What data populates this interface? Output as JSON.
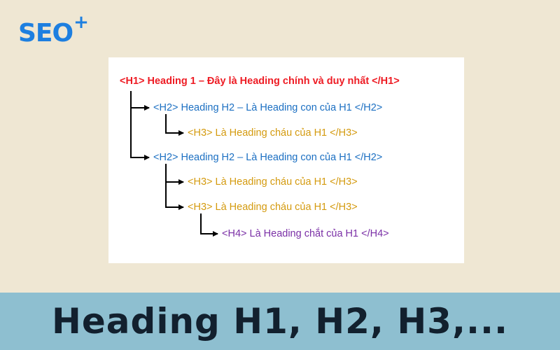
{
  "logo": {
    "text": "SEO",
    "plus": "+"
  },
  "headings": [
    {
      "level": "h1",
      "text": "<H1> Heading 1 – Đây là Heading chính và duy nhất </H1>",
      "color": "#ee1c24"
    },
    {
      "level": "h2",
      "text": "<H2> Heading H2 – Là Heading con của H1 </H2>",
      "color": "#1b6fc2"
    },
    {
      "level": "h3",
      "text": "<H3> Là Heading cháu của H1 </H3>",
      "color": "#d49a0e"
    },
    {
      "level": "h2",
      "text": "<H2> Heading H2 – Là Heading con của H1 </H2>",
      "color": "#1b6fc2"
    },
    {
      "level": "h3",
      "text": "<H3> Là Heading cháu của H1 </H3>",
      "color": "#d49a0e"
    },
    {
      "level": "h3",
      "text": "<H3> Là Heading cháu của H1 </H3>",
      "color": "#d49a0e"
    },
    {
      "level": "h4",
      "text": "<H4> Là Heading chắt của H1 </H4>",
      "color": "#7a2fa6"
    }
  ],
  "banner": {
    "title": "Heading H1, H2, H3,..."
  }
}
